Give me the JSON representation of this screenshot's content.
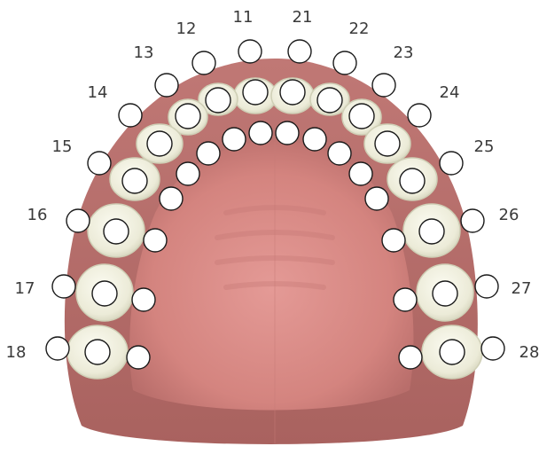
{
  "colors": {
    "gum_outer": "#b76e6c",
    "gum_inner": "#d88e8a",
    "tooth_fill": "#eeeedd",
    "tooth_edge": "#cfcfb6",
    "marker_fill": "#ffffff",
    "marker_stroke": "#1a1a1a",
    "label_color": "#3a3a3a"
  },
  "teeth": [
    {
      "id": "11",
      "label": "11"
    },
    {
      "id": "12",
      "label": "12"
    },
    {
      "id": "13",
      "label": "13"
    },
    {
      "id": "14",
      "label": "14"
    },
    {
      "id": "15",
      "label": "15"
    },
    {
      "id": "16",
      "label": "16"
    },
    {
      "id": "17",
      "label": "17"
    },
    {
      "id": "18",
      "label": "18"
    },
    {
      "id": "21",
      "label": "21"
    },
    {
      "id": "22",
      "label": "22"
    },
    {
      "id": "23",
      "label": "23"
    },
    {
      "id": "24",
      "label": "24"
    },
    {
      "id": "25",
      "label": "25"
    },
    {
      "id": "26",
      "label": "26"
    },
    {
      "id": "27",
      "label": "27"
    },
    {
      "id": "28",
      "label": "28"
    }
  ]
}
